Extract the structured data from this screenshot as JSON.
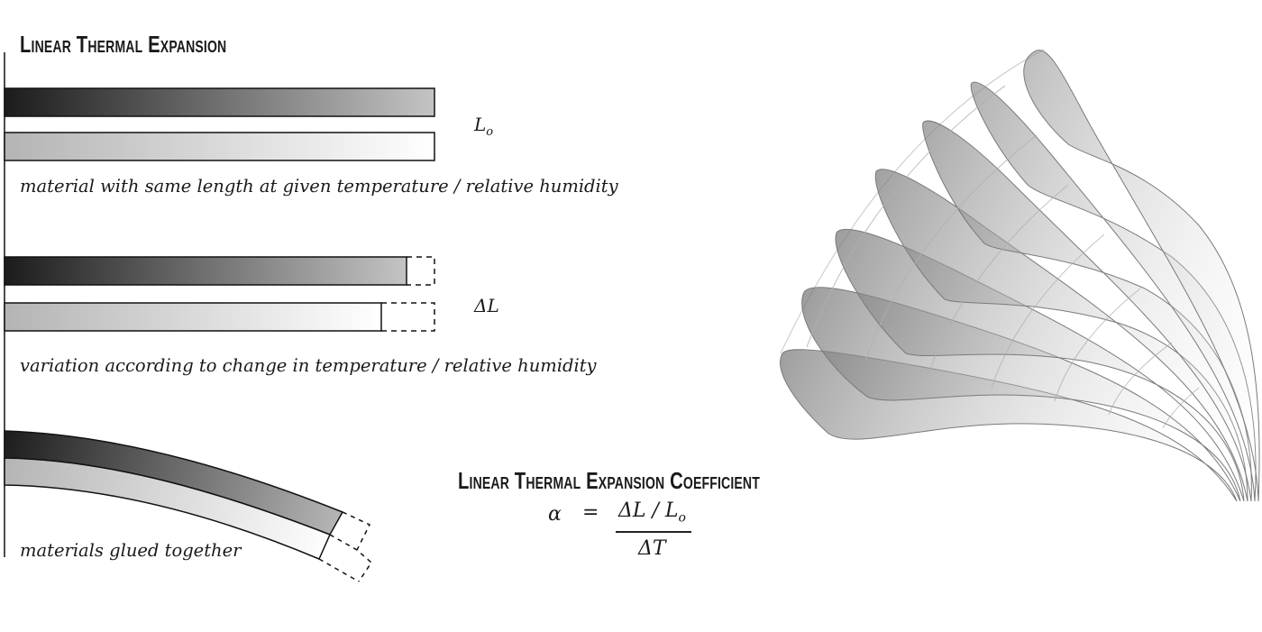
{
  "title": "Linear Thermal Expansion",
  "symbols": {
    "original_length_base": "L",
    "original_length_sub": "o",
    "length_change": "ΔL"
  },
  "captions": {
    "same_length": "material with same length at given temperature / relative humidity",
    "variation": "variation according to change in temperature / relative humidity",
    "glued": "materials glued together"
  },
  "coefficient": {
    "heading": "Linear Thermal Expansion Coefficient",
    "alpha": "α",
    "equals": "=",
    "numerator_base": "ΔL / L",
    "numerator_sub": "o",
    "denominator": "ΔT"
  },
  "colors": {
    "dark_bar_start": "#1c1c1c",
    "dark_bar_end": "#c0c0c0",
    "light_bar_start": "#b8b8b8",
    "light_bar_end": "#ffffff",
    "outline": "#111111",
    "fan_stroke": "#9a9a9a"
  }
}
